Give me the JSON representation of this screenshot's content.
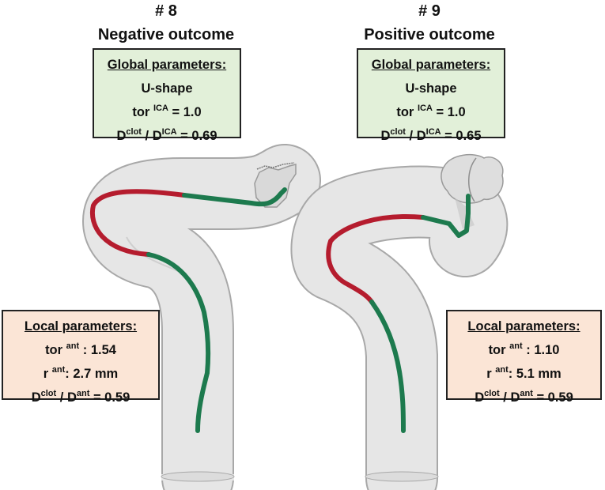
{
  "colors": {
    "global_box": "#e2f0d9",
    "local_box": "#fbe5d6",
    "vessel_fill": "#e6e6e6",
    "vessel_edge": "#a8a8a8",
    "centerline_red": "#b51c2e",
    "centerline_green": "#1d7a4e"
  },
  "cases": [
    {
      "id": "# 8",
      "outcome": "Negative outcome",
      "global": {
        "header": "Global parameters:",
        "shape": "U-shape",
        "tor_base": "tor ",
        "tor_sup": "ICA",
        "tor_val": " = 1.0",
        "d_base1": "D",
        "d_sup1": "clot",
        "d_mid": " / D",
        "d_sup2": "ICA",
        "d_val": " = 0.69"
      },
      "local": {
        "header": "Local parameters:",
        "tor_base": "tor ",
        "tor_sup": "ant",
        "tor_val": " : 1.54",
        "r_base": "r ",
        "r_sup": "ant",
        "r_val": ": 2.7 mm",
        "d_base1": "D",
        "d_sup1": "clot",
        "d_mid": " / D",
        "d_sup2": "ant",
        "d_val": " = 0.59"
      }
    },
    {
      "id": "# 9",
      "outcome": "Positive outcome",
      "global": {
        "header": "Global parameters:",
        "shape": "U-shape",
        "tor_base": "tor ",
        "tor_sup": "ICA",
        "tor_val": " = 1.0",
        "d_base1": "D",
        "d_sup1": "clot",
        "d_mid": " / D",
        "d_sup2": "ICA",
        "d_val": " = 0.65"
      },
      "local": {
        "header": "Local parameters:",
        "tor_base": "tor ",
        "tor_sup": "ant",
        "tor_val": " : 1.10",
        "r_base": "r ",
        "r_sup": "ant",
        "r_val": ": 5.1 mm",
        "d_base1": "D",
        "d_sup1": "clot",
        "d_mid": " / D",
        "d_sup2": "ant",
        "d_val": " = 0.59"
      }
    }
  ]
}
